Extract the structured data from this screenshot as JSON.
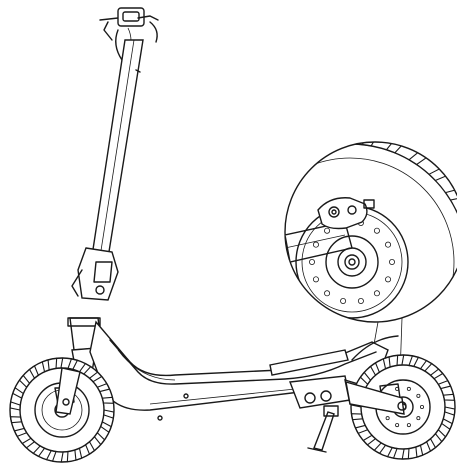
{
  "figure": {
    "kind": "line-art",
    "subject": "electric-kick-scooter",
    "detail_callout": "rear-brake-disc",
    "colors": {
      "stroke": "#1a1a1a",
      "background": "#ffffff"
    }
  }
}
